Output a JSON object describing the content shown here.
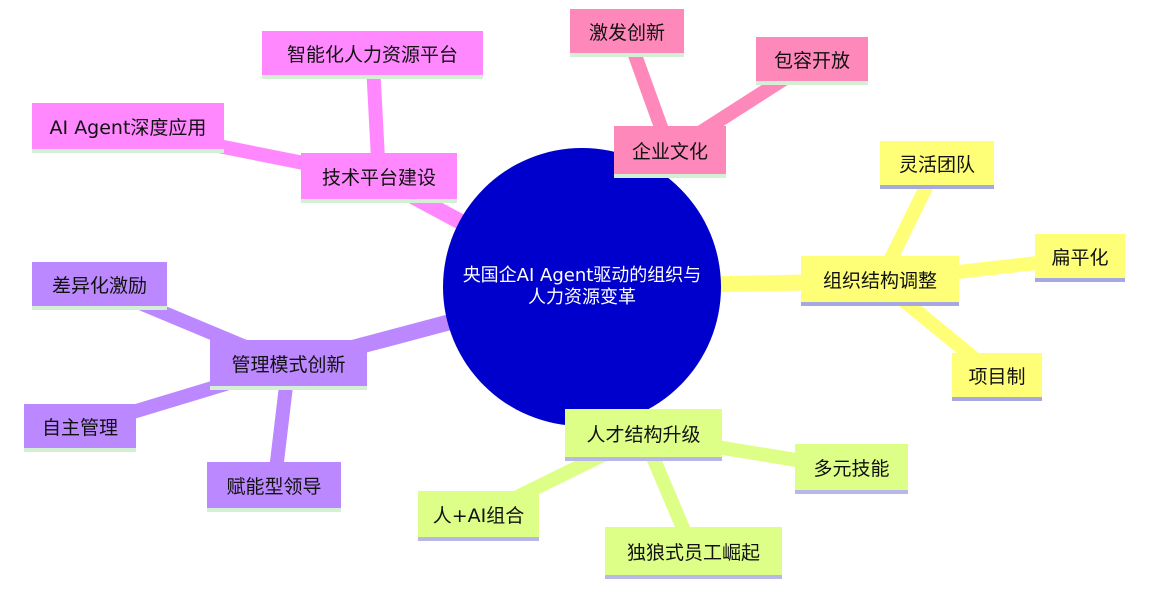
{
  "root": {
    "label": "央国企AI Agent驱动的组织与人力资源变革",
    "color": "#0000cc"
  },
  "branches": [
    {
      "key": "culture",
      "label": "企业文化",
      "fill": "#ff88bb",
      "link": "#ff88bb",
      "children": [
        "激发创新",
        "包容开放"
      ]
    },
    {
      "key": "org",
      "label": "组织结构调整",
      "fill": "#ffff77",
      "link": "#ffff77",
      "children": [
        "灵活团队",
        "扁平化",
        "项目制"
      ]
    },
    {
      "key": "talent",
      "label": "人才结构升级",
      "fill": "#ddff88",
      "link": "#ddff88",
      "children": [
        "多元技能",
        "独狼式员工崛起",
        "人+AI组合"
      ]
    },
    {
      "key": "mgmt",
      "label": "管理模式创新",
      "fill": "#bb88ff",
      "link": "#bb88ff",
      "children": [
        "差异化激励",
        "自主管理",
        "赋能型领导"
      ]
    },
    {
      "key": "tech",
      "label": "技术平台建设",
      "fill": "#ff88ff",
      "link": "#ff88ff",
      "children": [
        "智能化人力资源平台",
        "AI Agent深度应用"
      ]
    }
  ]
}
